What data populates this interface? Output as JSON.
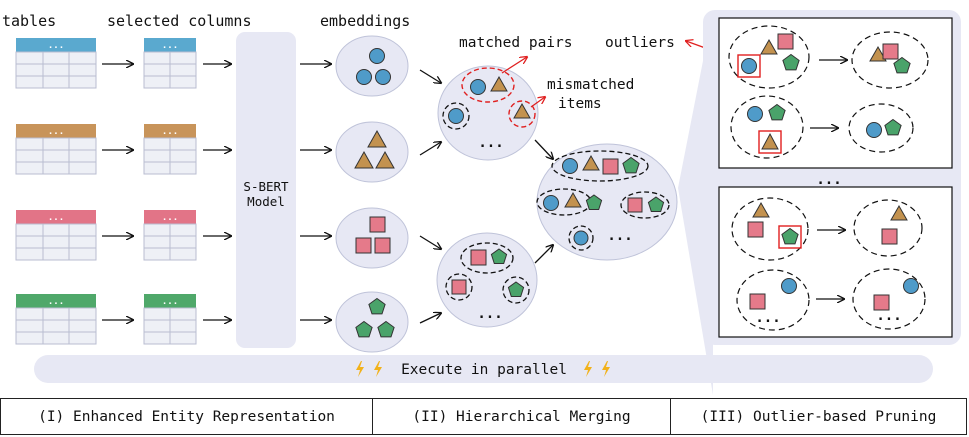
{
  "labels": {
    "tables": "tables",
    "selected_columns": "selected columns",
    "embeddings": "embeddings",
    "matched_pairs": "matched pairs",
    "outliers": "outliers",
    "mismatched_line1": "mismatched",
    "mismatched_line2": "items",
    "sbert_line1": "S-BERT",
    "sbert_line2": "Model",
    "ellipsis": "...",
    "table_header_dots": "...",
    "parallel": "Execute in parallel"
  },
  "sections": [
    "(I) Enhanced Entity Representation",
    "(II) Hierarchical Merging",
    "(III) Outlier-based Pruning"
  ],
  "colors": {
    "blue": "#4f9bc9",
    "brown": "#c3924f",
    "pink": "#e57a8a",
    "green": "#4aa36a",
    "header_blue": "#5aa9cf",
    "header_brown": "#c8945a",
    "header_pink": "#e27487",
    "header_green": "#4fa86a",
    "panel": "#e7e8f4",
    "highlight_red": "#e02020",
    "bolt": "#f2b21b"
  },
  "icons": [
    "lightning-bolt-icon",
    "circle-shape",
    "triangle-shape",
    "square-shape",
    "pentagon-shape"
  ]
}
